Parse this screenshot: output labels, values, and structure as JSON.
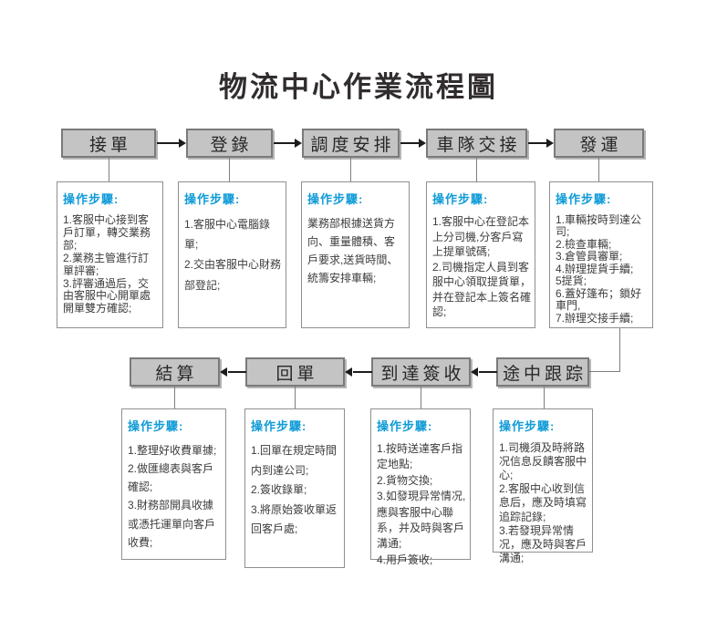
{
  "title": "物流中心作業流程圖",
  "steps_heading": "操作步驟:",
  "colors": {
    "accent_blue": "#0f9bd7",
    "node_fill": "#c4c4c4",
    "node_border": "#7a7a7a",
    "connector_gray": "#7e7e7e",
    "arrow_black": "#1c1c1c"
  },
  "nodes": {
    "top": [
      {
        "label": "接單",
        "steps": "1.客服中心接到客戶訂單，轉交業務部;\n2.業務主管進行訂單評審;\n3.評審通過后，交由客服中心開單處開單雙方確認;"
      },
      {
        "label": "登錄",
        "steps": "1.客服中心電腦錄單;\n2.交由客服中心財務部登記;"
      },
      {
        "label": "調度安排",
        "steps": "業務部根據送貨方向、重量體積、客戶要求,送貨時間、統籌安排車輛;"
      },
      {
        "label": "車隊交接",
        "steps": "1.客服中心在登記本上分司機,分客戶寫上提單號碼;\n2.司機指定人員到客服中心領取提貨單，并在登記本上簽名確認;"
      },
      {
        "label": "發運",
        "steps": "1.車輛按時到達公司;\n2.檢查車輛;\n3.倉管員審單;\n4.辦理提貨手續;\n5提貨;\n6.蓋好篷布；鎖好車門,\n7.辦理交接手續;"
      }
    ],
    "bottom": [
      {
        "label": "結算",
        "steps": "1.整理好收費單據;\n2.做匯總表與客戶確認;\n3.財務部開具收據或憑托運單向客戶收費;"
      },
      {
        "label": "回單",
        "steps": "1.回單在規定時間内到達公司;\n2.簽收錄單;\n3.將原始簽收單返回客戶處;"
      },
      {
        "label": "到達簽收",
        "steps": "1.按時送達客戶指定地點;\n2.貨物交換;\n3.如發現异常情况,應與客服中心聯系，并及時與客戶溝通;\n4.用戶簽收;"
      },
      {
        "label": "途中跟踪",
        "steps": "1.司機須及時將路况信息反饋客服中心;\n2.客服中心收到信息后，應及時填寫追踪記錄;\n3.若發現异常情况，應及時與客戶溝通;"
      }
    ]
  }
}
